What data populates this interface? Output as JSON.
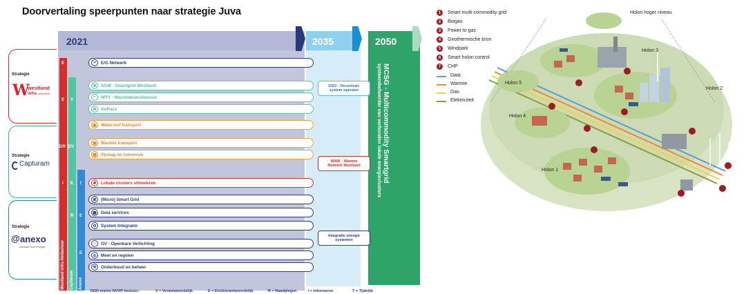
{
  "title": "Doorvertaling speerpunten naar strategie Juva",
  "years": {
    "y2021": "2021",
    "y2035": "2035",
    "y2050": "2050"
  },
  "col2050": {
    "line1": "MCSG - Multicommodity Smartgrid",
    "line2": "systeembeheerder van verbonden lokale energieclusters"
  },
  "strategie_label": "Strategie",
  "logos": {
    "westland": "W",
    "westland_text1": "westland",
    "westland_text2": "infra",
    "westland_text3": "netbeheer",
    "capturam": "Capturam",
    "anexo": "anexo",
    "anexo_sub": "centrale voor energie"
  },
  "column_letters": {
    "r1": "E",
    "r2a": "E",
    "r2b": "V",
    "r3a": "E/R",
    "r3b": "E/V",
    "r4a": "I",
    "r4b": "E",
    "r4c": "I",
    "r5a": "R",
    "r5b": "E",
    "r6": "E"
  },
  "vertical_labels": {
    "red": "Westland Infra Netbeheer",
    "green": "Capturam",
    "blue": "Anexo"
  },
  "items": [
    {
      "label": "E/G Netwerk",
      "icon": "network-icon"
    },
    {
      "label": "SGW - Smartgrid Westland",
      "icon": "grid-icon"
    },
    {
      "label": "WTV - Warmtetransitievisie",
      "icon": "heat-icon"
    },
    {
      "label": "GoPacs",
      "icon": "grid-icon"
    },
    {
      "label": "Waterstof transport",
      "icon": "truck-icon"
    },
    {
      "label": "Warmte transport",
      "icon": "truck-icon"
    },
    {
      "label": "Opslag en conversie",
      "icon": "storage-icon"
    },
    {
      "label": "Lokale clusters stimuleren",
      "icon": "cluster-icon"
    },
    {
      "label": "(Micro) Smart Grid",
      "icon": "grid-icon"
    },
    {
      "label": "Data services",
      "icon": "data-icon"
    },
    {
      "label": "System Integrator",
      "icon": "gear-icon"
    },
    {
      "label": "OV - Openbare Verlichting",
      "icon": "lamp-icon"
    },
    {
      "label": "Meet en regelen",
      "icon": "meter-icon"
    },
    {
      "label": "Onderhoud en beheer",
      "icon": "wrench-icon"
    }
  ],
  "notes": {
    "dso1": "DSO - Decentrale",
    "dso2": "system operator",
    "wnw1": "WNW - Warmte",
    "wnw2": "Netwerk Westland",
    "int1": "Integratie energie",
    "int2": "systemen"
  },
  "footer": {
    "matrix": "VERI-matrix NVHP bestuur:",
    "v": "V = Verantwoordelijk",
    "e": "E = Eindverantwoordelijk",
    "r": "R = Raadplegen",
    "i": "I = Informeren",
    "t": "T = Tijdelijk"
  },
  "legend": [
    {
      "num": "1",
      "label": "Smart multi-commodity grid"
    },
    {
      "num": "2",
      "label": "Biogas"
    },
    {
      "num": "3",
      "label": "Power to gas"
    },
    {
      "num": "4",
      "label": "Geothermische bron"
    },
    {
      "num": "5",
      "label": "Windpark"
    },
    {
      "num": "6",
      "label": "Smart holon control"
    },
    {
      "num": "7",
      "label": "CHP"
    }
  ],
  "lines_legend": [
    {
      "label": "Data",
      "color": "#5b9bd5"
    },
    {
      "label": "Warmte",
      "color": "#f08a24"
    },
    {
      "label": "Gas",
      "color": "#f5d040"
    },
    {
      "label": "Elektriciteit",
      "color": "#8f9b3a"
    }
  ],
  "holons": {
    "h_top": "Holon hoger niveau",
    "h1": "Holon 1",
    "h2": "Holon 2",
    "h3": "Holon 3",
    "h4": "Holon 4",
    "h5": "Holon 5"
  },
  "colors": {
    "red": "#d82c27",
    "green": "#4fc8a0",
    "blue": "#2f8bd6",
    "navy": "#2a3a7a",
    "marker": "#9c1c24"
  }
}
